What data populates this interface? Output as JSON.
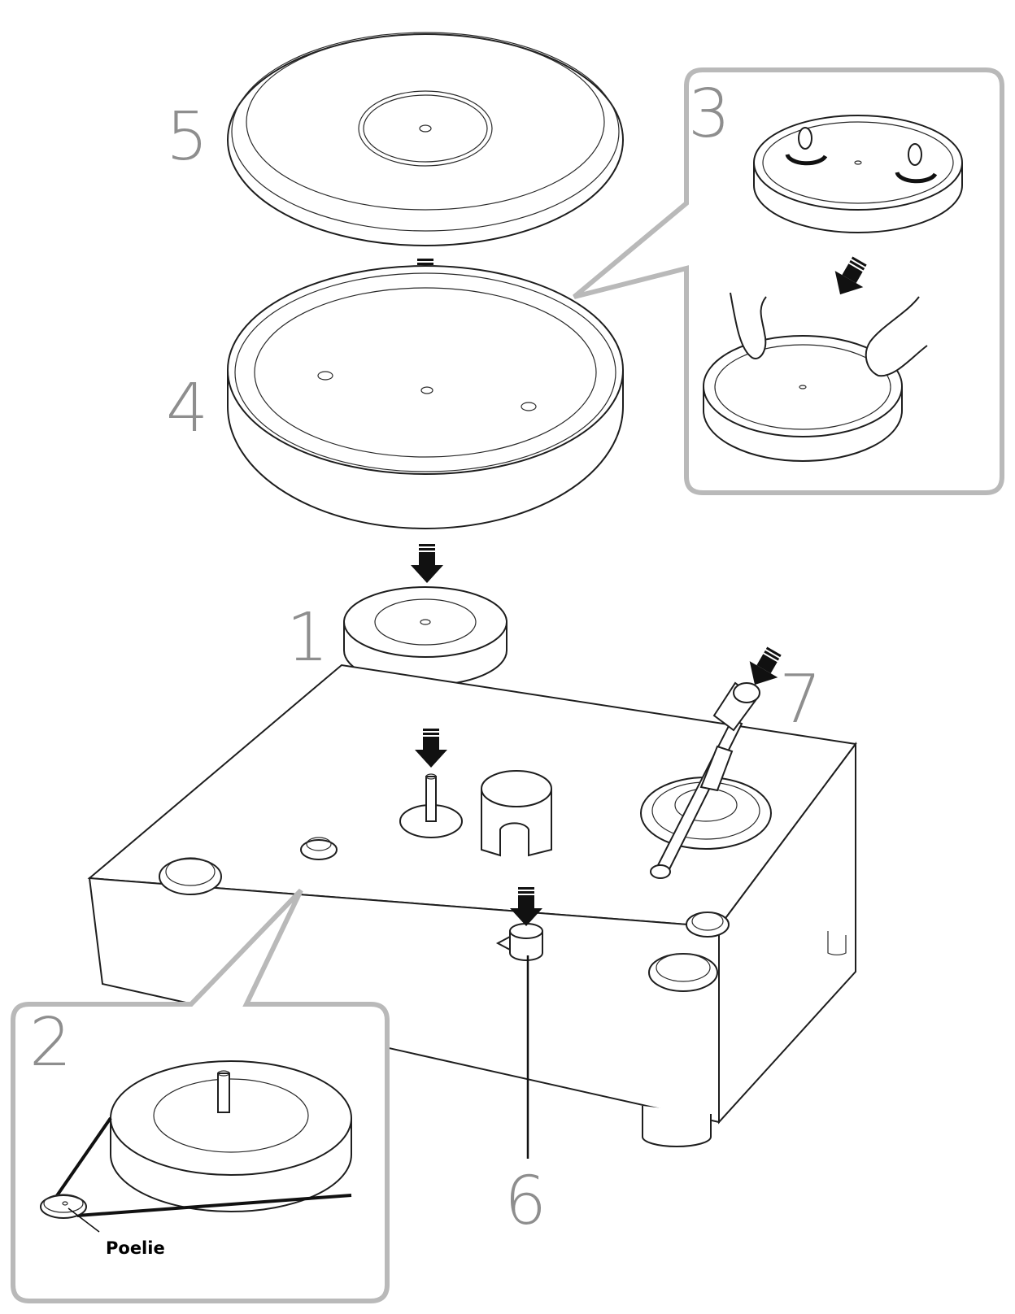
{
  "parts": {
    "p1": "1",
    "p2": "2",
    "p3": "3",
    "p4": "4",
    "p5": "5",
    "p6": "6",
    "p7": "7"
  },
  "detail_2": {
    "pulley_label": "Poelie"
  },
  "colors": {
    "line": "#1e1e1e",
    "callout": "#b9b9b9",
    "numbers": "#8e8e8e",
    "arrow": "#111111"
  },
  "icons": {
    "arrow": "down-arrow-icon"
  }
}
